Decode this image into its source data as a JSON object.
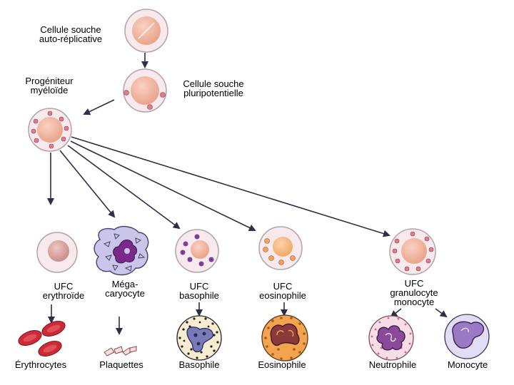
{
  "labels": {
    "self_renewing_stem_cell": [
      "Cellule souche",
      "auto-réplicative"
    ],
    "myeloid_progenitor": [
      "Progéniteur",
      "myéloïde"
    ],
    "pluripotent_stem_cell": [
      "Cellule souche",
      "pluripotentielle"
    ],
    "cfu_erythroid": [
      "UFC",
      "erythroïde"
    ],
    "megakaryocyte": [
      "Méga-",
      "caryocyte"
    ],
    "cfu_basophil": [
      "UFC",
      "basophile"
    ],
    "cfu_eosinophil": [
      "UFC",
      "eosinophile"
    ],
    "cfu_granulocyte_monocyte": [
      "UFC",
      "granulocyte",
      "monocyte"
    ],
    "erythrocytes": "Érythrocytes",
    "platelets": "Plaquettes",
    "basophil": "Basophile",
    "eosinophil": "Eosinophile",
    "neutrophil": "Neutrophile",
    "monocyte": "Monocyte"
  },
  "colors": {
    "cell_membrane": "#b3a3a8",
    "cytoplasm_pink": "#f7e9ec",
    "nucleus_peach": "#eeb09c",
    "granule_red": "#e07c8c",
    "basophil_granule": "#7b3f9e",
    "eosinophil_granule": "#f0a060",
    "megakaryocyte_body": "#c9c6ea",
    "megakaryocyte_nucleus": "#7a2a8a",
    "erythrocyte": "#cc2a36",
    "arrow": "#2e2e46"
  }
}
